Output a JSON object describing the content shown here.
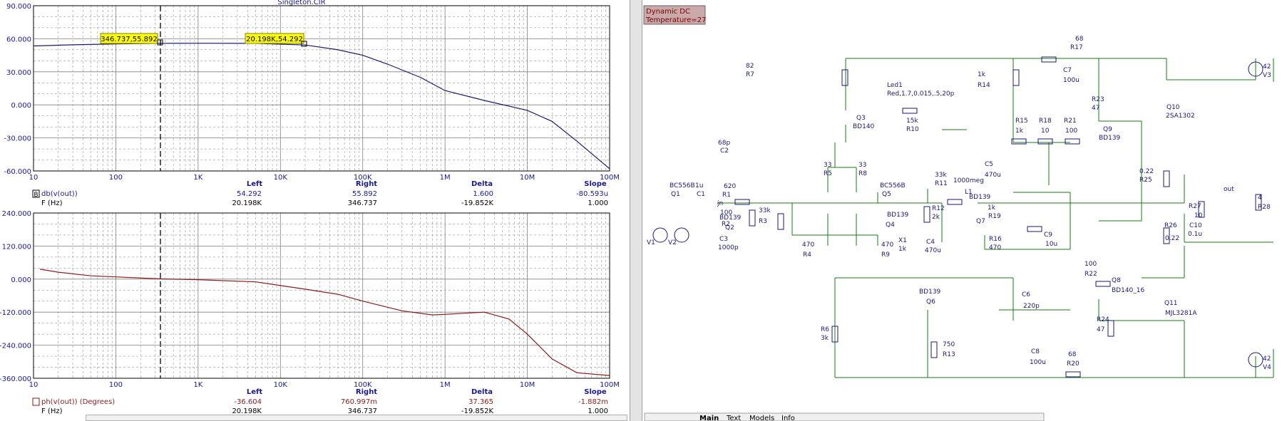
{
  "plot": {
    "title": "Singleton.CIR",
    "x_tick_labels": [
      "10",
      "100",
      "1K",
      "10K",
      "100K",
      "1M",
      "10M",
      "100M"
    ],
    "mag": {
      "y_tick_labels": [
        "90.000",
        "60.000",
        "30.000",
        "0.000",
        "-30.000",
        "-60.000"
      ],
      "cursor_left_label": "346.737,55.892",
      "cursor_right_label": "20.198K,54.292",
      "readout_headers": {
        "left": "Left",
        "right": "Right",
        "delta": "Delta",
        "slope": "Slope"
      },
      "series_label": "db(v(out))",
      "series_marker": "B",
      "values_row": {
        "left": "54.292",
        "right": "55.892",
        "delta": "1.600",
        "slope": "-80.593u"
      },
      "xaxis_label": "F (Hz)",
      "freq_row": {
        "left": "20.198K",
        "right": "346.737",
        "delta": "-19.852K",
        "slope": "1.000"
      }
    },
    "phase": {
      "y_tick_labels": [
        "240.000",
        "120.000",
        "0.000",
        "-120.000",
        "-240.000",
        "-360.000"
      ],
      "readout_headers": {
        "left": "Left",
        "right": "Right",
        "delta": "Delta",
        "slope": "Slope"
      },
      "series_label": "ph(v(out)) (Degrees)",
      "values_row": {
        "left": "-36.604",
        "right": "760.997m",
        "delta": "37.365",
        "slope": "-1.882m"
      },
      "xaxis_label": "F (Hz)",
      "freq_row": {
        "left": "20.198K",
        "right": "346.737",
        "delta": "-19.852K",
        "slope": "1.000"
      }
    }
  },
  "chart_data": [
    {
      "type": "line",
      "title": "Singleton.CIR",
      "xlabel": "F (Hz)",
      "ylabel": "db(v(out))",
      "x_scale": "log",
      "xlim": [
        10,
        100000000
      ],
      "ylim": [
        -60,
        90
      ],
      "grid": true,
      "series": [
        {
          "name": "db(v(out))",
          "color": "#1a1a6e",
          "x": [
            10,
            30,
            100,
            346.737,
            1000,
            5000,
            20198,
            50000,
            100000,
            200000,
            500000,
            1000000,
            3000000,
            10000000,
            20000000,
            40000000,
            100000000
          ],
          "y": [
            53.5,
            54.5,
            55.3,
            55.892,
            55.9,
            55.8,
            54.292,
            50,
            45,
            37,
            25,
            13,
            4,
            -5,
            -15,
            -33,
            -58
          ]
        }
      ]
    },
    {
      "type": "line",
      "xlabel": "F (Hz)",
      "ylabel": "ph(v(out)) (Degrees)",
      "x_scale": "log",
      "xlim": [
        10,
        100000000
      ],
      "ylim": [
        -360,
        240
      ],
      "grid": true,
      "series": [
        {
          "name": "ph(v(out)) (Degrees)",
          "color": "#8b1a1a",
          "x": [
            12,
            20,
            50,
            100,
            346.737,
            1000,
            5000,
            20198,
            50000,
            100000,
            300000,
            700000,
            1000000,
            3000000,
            6000000,
            10000000,
            20000000,
            40000000,
            100000000
          ],
          "y": [
            36,
            25,
            12,
            8,
            0.76,
            -2,
            -10,
            -36.6,
            -55,
            -80,
            -115,
            -130,
            -128,
            -120,
            -145,
            -200,
            -290,
            -340,
            -350
          ]
        }
      ]
    }
  ],
  "schematic": {
    "status_lines": [
      "Dynamic DC",
      "Temperature=27"
    ],
    "tabs": [
      "Main",
      "Text",
      "Models",
      "Info"
    ],
    "labels": [
      "68",
      "R17",
      "82",
      "R7",
      "Led1",
      "Red,1.7,0.015,.5,20p",
      "15k",
      "R10",
      "Q3",
      "BD140",
      "1k",
      "R14",
      "C7",
      "100u",
      "R23",
      "47",
      "Q10",
      "2SA1302",
      "R15",
      "1k",
      "R18",
      "10",
      "R21",
      "100",
      "Q9",
      "BD139",
      "42",
      "V3",
      "68p",
      "C2",
      "33",
      "R5",
      "33",
      "R8",
      "1u",
      "C1",
      "620",
      "R1",
      "33k",
      "R11",
      "1000meg",
      "L1",
      "C5",
      "470u",
      "0.22",
      "R25",
      "out",
      "jn",
      "BC556B",
      "Q1",
      "BC556B",
      "Q5",
      "100",
      "R2",
      "33k",
      "R3",
      "BD139",
      "Q2",
      "BD139",
      "Q4",
      "R12",
      "2k",
      "BD139",
      "Q7",
      "1k",
      "R19",
      "R27",
      "10",
      "4",
      "R28",
      "C10",
      "0.1u",
      "C3",
      "1000p",
      "470",
      "R4",
      "470",
      "R9",
      "C4",
      "470u",
      "X1",
      "1k",
      "R16",
      "470",
      "C9",
      "10u",
      "R26",
      "0.22",
      "V1",
      "V2",
      "100",
      "R22",
      "Q8",
      "BD140_16",
      "BD139",
      "Q6",
      "C6",
      "220p",
      "Q11",
      "MJL3281A",
      "R6",
      "3k",
      "R24",
      "47",
      "750",
      "R13",
      "C8",
      "100u",
      "68",
      "R20",
      "42",
      "V4"
    ]
  }
}
